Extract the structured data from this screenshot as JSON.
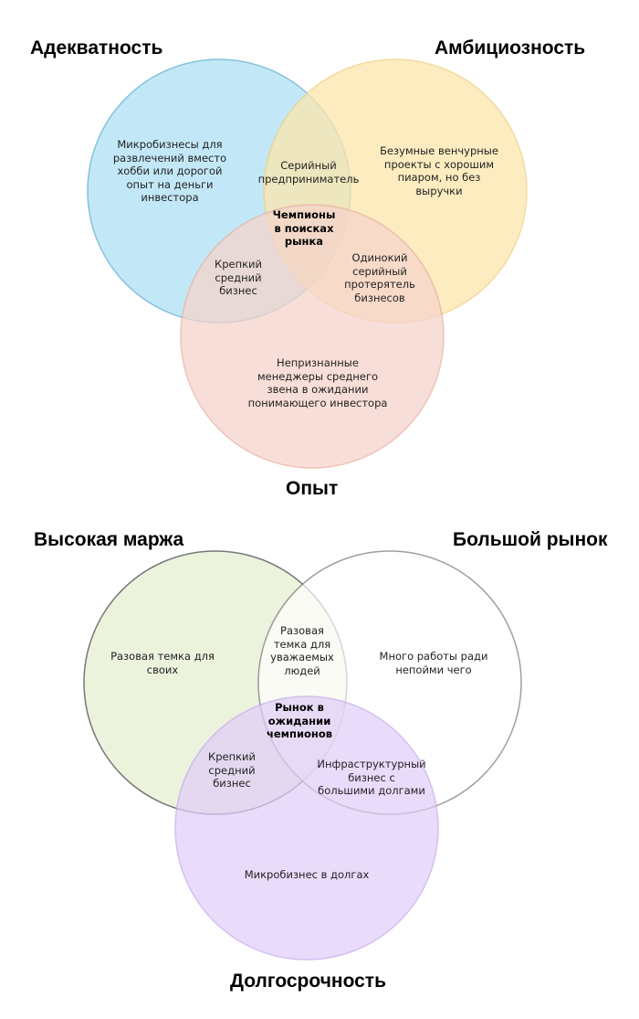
{
  "diagrams": [
    {
      "sets": [
        {
          "label": "Адекватность",
          "fill": "#bfe7f7",
          "stroke": "#7fbfdb"
        },
        {
          "label": "Амбициозность",
          "fill": "#fce6ab",
          "stroke": "#efcf84"
        },
        {
          "label": "Опыт",
          "fill": "#f6d4cb",
          "stroke": "#e9b0a2"
        }
      ],
      "regions": {
        "a_only": "Микробизнесы для\nразвлечений вместо\nхобби или дорогой\nопыт на деньги\nинвестора",
        "b_only": "Безумные венчурные\nпроекты с хорошим\nпиаром, но без\nвыручки",
        "c_only": "Непризнанные\nменеджеры среднего\nзвена в ожидании\nпонимающего инвестора",
        "ab": "Серийный\nпредприниматель",
        "ac": "Крепкий\nсредний\nбизнес",
        "bc": "Одинокий\nсерийный\nпротерятель\nбизнесов",
        "abc": "Чемпионы\nв поисках\nрынка"
      }
    },
    {
      "sets": [
        {
          "label": "Высокая маржа",
          "fill": "#ebf3dd",
          "stroke": "#777777"
        },
        {
          "label": "Большой рынок",
          "fill": "#ffffff",
          "stroke": "#777777"
        },
        {
          "label": "Долгосрочность",
          "fill": "#e0cdf8",
          "stroke": "#c2a6ea"
        }
      ],
      "regions": {
        "a_only": "Разовая темка для\nсвоих",
        "b_only": "Много работы ради\nнепойми чего",
        "c_only": "Микробизнес в долгах",
        "ab": "Разовая\nтемка для\nуважаемых\nлюдей",
        "ac": "Крепкий\nсредний\nбизнес",
        "bc": "Инфраструктурный\nбизнес с\nбольшими долгами",
        "abc": "Рынок в\nожидании\nчемпионов"
      }
    }
  ]
}
